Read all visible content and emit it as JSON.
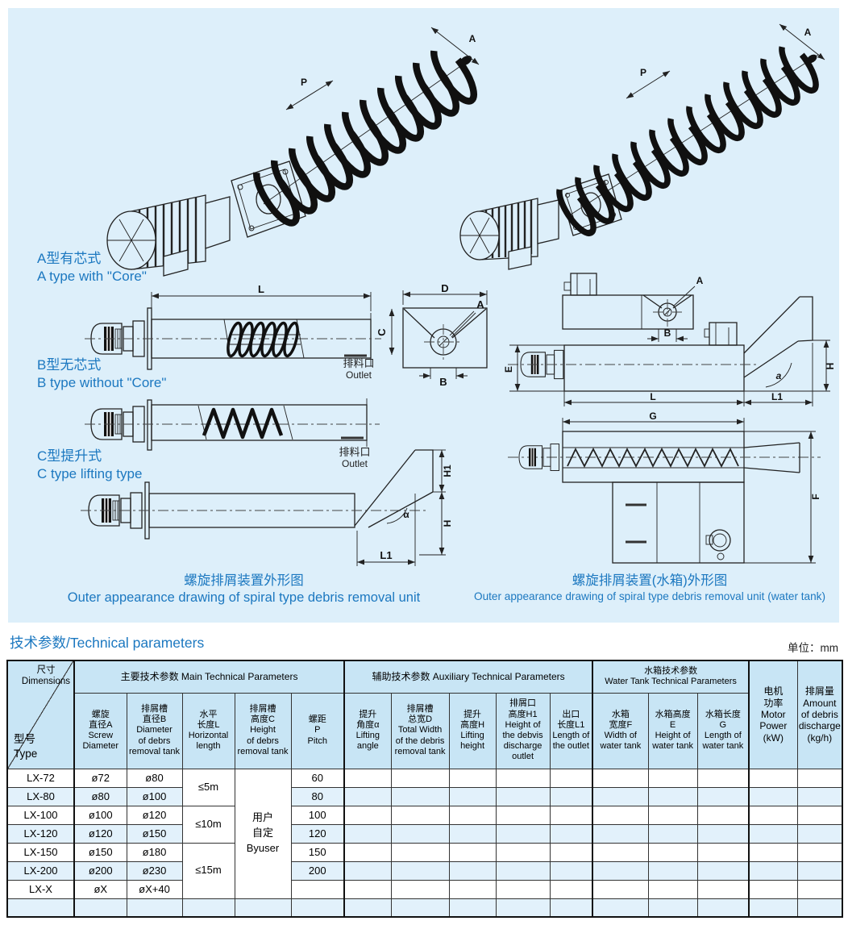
{
  "section": {
    "title": "技术参数/Technical parameters",
    "unit": "单位：mm"
  },
  "panel": {
    "labels": {
      "type_a_cn": "A型有芯式",
      "type_a_en": "A type with \"Core\"",
      "type_b_cn": "B型无芯式",
      "type_b_en": "B type without \"Core\"",
      "type_c_cn": "C型提升式",
      "type_c_en": "C type lifting type",
      "outlet_cn": "排料口",
      "outlet_en": "Outlet",
      "caption_left_cn": "螺旋排屑装置外形图",
      "caption_left_en": "Outer appearance drawing of spiral type debris removal unit",
      "caption_right_cn": "螺旋排屑装置(水箱)外形图",
      "caption_right_en": "Outer appearance drawing of spiral type debris removal unit (water tank)"
    },
    "dims": {
      "L": "L",
      "D": "D",
      "A": "A",
      "B": "B",
      "C": "C",
      "P": "P",
      "E": "E",
      "F": "F",
      "G": "G",
      "H": "H",
      "H1": "H1",
      "L1": "L1",
      "alpha": "α",
      "a": "a"
    }
  },
  "table": {
    "corner": {
      "dim": "尺寸\nDimensions",
      "model": "型号\nType"
    },
    "groups": {
      "main": "主要技术参数  Main Technical Parameters",
      "aux": "辅助技术参数  Auxiliary Technical Parameters",
      "tank": "水箱技术参数\nWater Tank Technical Parameters"
    },
    "headers": {
      "screw_diameter": "螺旋\n直径A\nScrew\nDiameter",
      "tank_diameter": "排屑槽\n直径B\nDiameter\nof debrs\nremoval tank",
      "horizontal_length": "水平\n长度L\nHorizontal\nlength",
      "tank_height": "排屑槽\n高度C\nHeight\nof debrs\nremoval tank",
      "pitch": "螺距\nP\nPitch",
      "lifting_angle": "提升\n角度α\nLifting\nangle",
      "total_width": "排屑槽\n总宽D\nTotal Width\nof the debris\nremoval tank",
      "lifting_height": "提升\n高度H\nLifting\nheight",
      "outlet_height": "排屑口\n高度H1\nHeight of\nthe debvis\ndischarge\noutlet",
      "outlet_length": "出口\n长度L1\nLength of\nthe outlet",
      "water_tank_width": "水箱\n宽度F\nWidth of\nwater tank",
      "water_tank_height": "水箱高度\nE\nHeight of\nwater tank",
      "water_tank_length": "水箱长度\nG\nLength of\nwater tank",
      "motor_power": "电机\n功率\nMotor\nPower\n(kW)",
      "debris_amount": "排屑量\nAmount\nof debris\ndischarge\n(kg/h)"
    },
    "merged": {
      "length_5m": "≤5m",
      "length_10m": "≤10m",
      "length_15m": "≤15m",
      "by_user": "用户\n自定\nByuser"
    },
    "rows": [
      {
        "model": "LX-72",
        "screw": "ø72",
        "tank_dia": "ø80",
        "pitch": "60"
      },
      {
        "model": "LX-80",
        "screw": "ø80",
        "tank_dia": "ø100",
        "pitch": "80"
      },
      {
        "model": "LX-100",
        "screw": "ø100",
        "tank_dia": "ø120",
        "pitch": "100"
      },
      {
        "model": "LX-120",
        "screw": "ø120",
        "tank_dia": "ø150",
        "pitch": "120"
      },
      {
        "model": "LX-150",
        "screw": "ø150",
        "tank_dia": "ø180",
        "pitch": "150"
      },
      {
        "model": "LX-200",
        "screw": "ø200",
        "tank_dia": "ø230",
        "pitch": "200"
      },
      {
        "model": "LX-X",
        "screw": "øX",
        "tank_dia": "øX+40",
        "pitch": ""
      }
    ]
  },
  "colors": {
    "accent_blue": "#1c78c0",
    "panel_bg": "#ddeffa",
    "header_bg": "#c8e5f5",
    "row_alt_bg": "#e2f1fb",
    "line": "#222222"
  }
}
